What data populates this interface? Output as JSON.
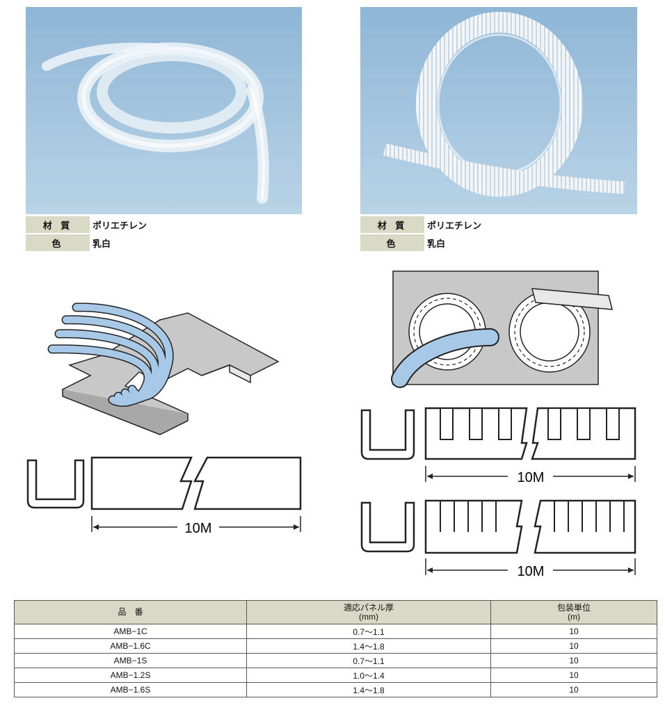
{
  "products": [
    {
      "photo_icon": "edge-trim-coil-photo",
      "specs": [
        {
          "key": "材 質",
          "value": "ポリエチレン"
        },
        {
          "key": "色",
          "value": "乳白"
        }
      ]
    },
    {
      "photo_icon": "grommet-strip-coil-photo",
      "specs": [
        {
          "key": "材 質",
          "value": "ポリエチレン"
        },
        {
          "key": "色",
          "value": "乳白"
        }
      ]
    }
  ],
  "drawings": {
    "left_dimension": "10M",
    "right_dimension_top": "10M",
    "right_dimension_bottom": "10M"
  },
  "table": {
    "headers": [
      {
        "line1": "品　番",
        "line2": ""
      },
      {
        "line1": "適応パネル厚",
        "line2": "(mm)"
      },
      {
        "line1": "包装単位",
        "line2": "(m)"
      }
    ],
    "rows": [
      [
        "AMB−1C",
        "0.7〜1.1",
        "10"
      ],
      [
        "AMB−1.6C",
        "1.4〜1.8",
        "10"
      ],
      [
        "AMB−1S",
        "0.7〜1.1",
        "10"
      ],
      [
        "AMB−1.2S",
        "1.0〜1.4",
        "10"
      ],
      [
        "AMB−1.6S",
        "1.4〜1.8",
        "10"
      ]
    ]
  },
  "colors": {
    "photo_bg_top": "#8fb8d8",
    "photo_bg_bottom": "#b8d4e8",
    "spec_bg": "#d9dac6",
    "wire_blue": "#a8c8e8"
  }
}
